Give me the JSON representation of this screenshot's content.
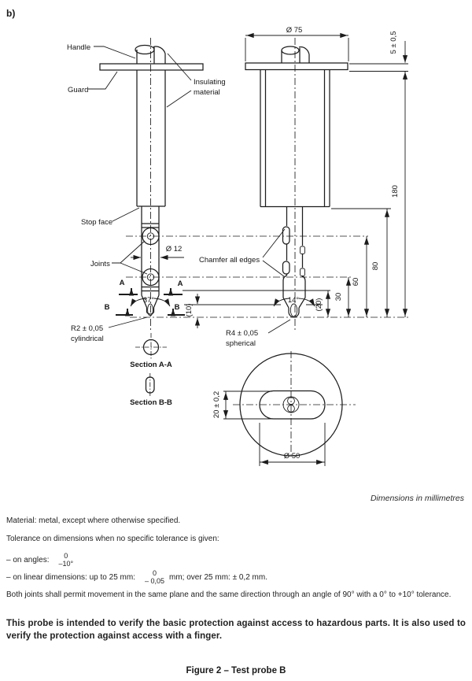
{
  "page": {
    "marker": "b)"
  },
  "drawing": {
    "labels": {
      "handle": "Handle",
      "guard": "Guard",
      "insulating_1": "Insulating",
      "insulating_2": "material",
      "stop_face": "Stop face",
      "joints": "Joints",
      "chamfer": "Chamfer all edges",
      "r2": "R2 ± 0,05",
      "r2_sub": "cylindrical",
      "r4": "R4 ± 0,05",
      "r4_sub": "spherical",
      "section_aa": "Section A-A",
      "section_bb": "Section B-B",
      "angle_front": "37°",
      "angle_side": "14°",
      "marker_a": "A",
      "marker_b": "B"
    },
    "dimensions": {
      "d75": "Ø 75",
      "d5": "5 ± 0,5",
      "d180": "180",
      "d80": "80",
      "d60": "60",
      "d30": "30",
      "d20p": "(20)",
      "d10p": "(10)",
      "d12": "Ø 12",
      "d20t": "20 ± 0,2",
      "d50": "Ø 50"
    }
  },
  "notes": {
    "units": "Dimensions in millimetres",
    "material": "Material: metal, except where otherwise specified.",
    "tolerance_intro": "Tolerance on dimensions when no specific tolerance is given:",
    "angles_prefix": "–  on angles:",
    "angles_frac_top": "0",
    "angles_frac_bottom": "–10°",
    "linear_prefix": "–  on linear dimensions: up to 25 mm:",
    "linear_frac_top": "0",
    "linear_frac_bottom": "– 0,05",
    "linear_suffix": "mm; over 25 mm: ± 0,2 mm.",
    "joints_note": "Both joints shall permit movement in the same plane and the same direction through an angle of 90° with a 0° to +10° tolerance.",
    "purpose": "This probe is intended to verify the basic protection against access to hazardous parts. It is also used to verify the protection against access with a finger.",
    "caption": "Figure 2 – Test probe B"
  }
}
